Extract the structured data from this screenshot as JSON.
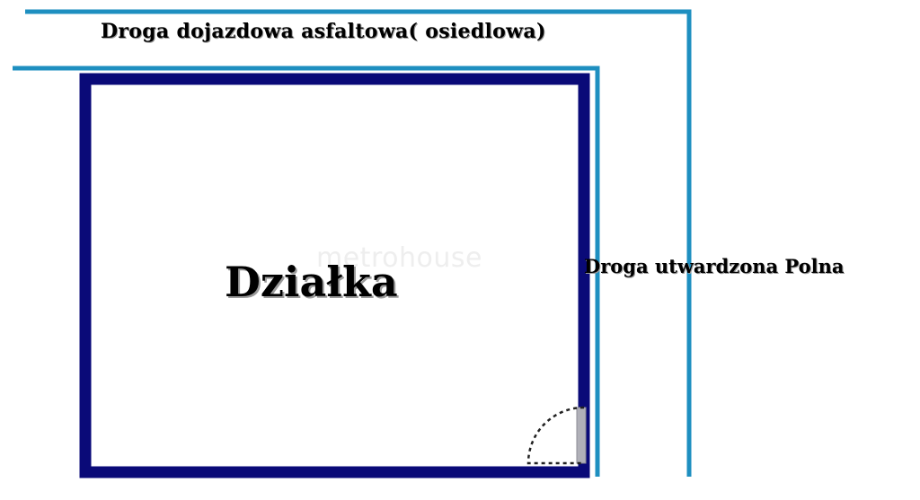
{
  "labels": {
    "top_road": "Droga dojazdowa asfaltowa( osiedlowa)",
    "right_road": "Droga utwardzona Polna",
    "plot": "Działka"
  },
  "watermark": {
    "text": "metrohouse"
  },
  "colors": {
    "road_line": "#1e8fc0",
    "plot_border": "#0a0a78",
    "gate": "#222222",
    "gate_leaf": "#b0b0b8"
  }
}
